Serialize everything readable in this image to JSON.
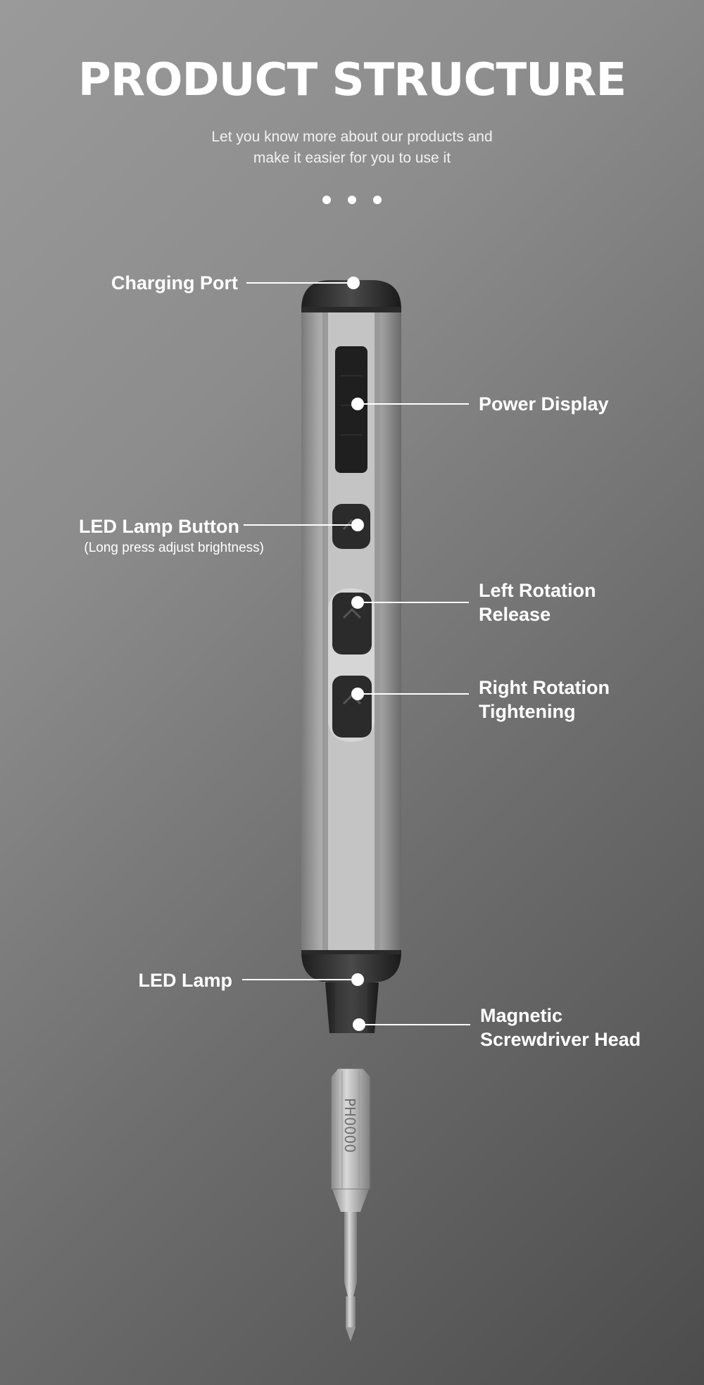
{
  "header": {
    "title": "PRODUCT STRUCTURE",
    "subtitle_line1": "Let you know more about our products and",
    "subtitle_line2": "make it easier for you to use it"
  },
  "labels": {
    "charging_port": "Charging Port",
    "power_display": "Power Display",
    "led_lamp_button": "LED Lamp Button",
    "led_lamp_button_note": "(Long press adjust brightness)",
    "left_rotation_line1": "Left Rotation",
    "left_rotation_line2": "Release",
    "right_rotation_line1": "Right Rotation",
    "right_rotation_line2": "Tightening",
    "led_lamp": "LED Lamp",
    "magnetic_head_line1": "Magnetic",
    "magnetic_head_line2": "Screwdriver Head"
  },
  "bit": {
    "engraving": "PH0000"
  },
  "colors": {
    "accent_lines": "#ffffff",
    "body_silver": "#c9c9c9",
    "body_dark": "#3a3a3a"
  }
}
